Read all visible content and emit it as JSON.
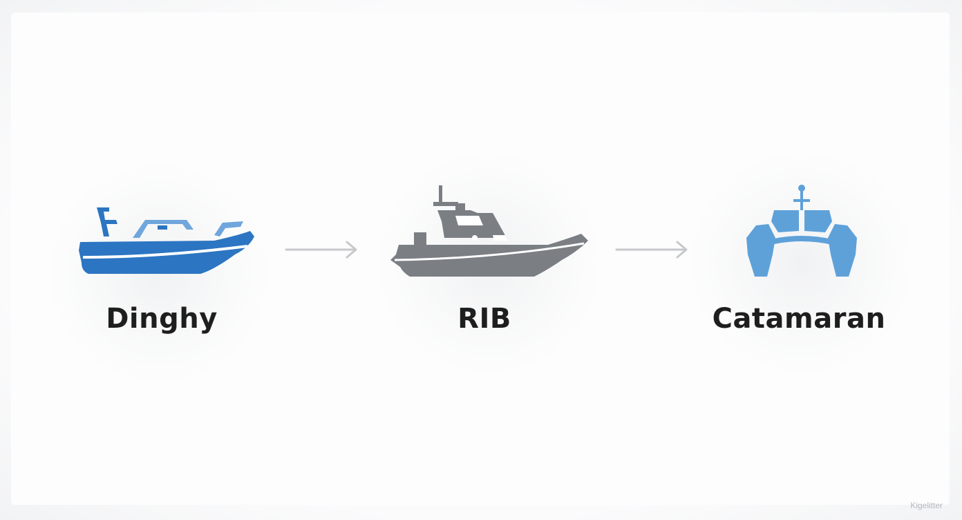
{
  "diagram": {
    "nodes": [
      {
        "id": "dinghy",
        "label": "Dinghy",
        "icon": "dinghy-boat-icon",
        "color": "#2c75c2",
        "accent": "#6fa6dc"
      },
      {
        "id": "rib",
        "label": "RIB",
        "icon": "rib-boat-icon",
        "color": "#7b7f84",
        "accent": "#ffffff"
      },
      {
        "id": "catamaran",
        "label": "Catamaran",
        "icon": "catamaran-icon",
        "color": "#5ea1d9",
        "accent": "#ffffff"
      }
    ],
    "edges": [
      {
        "from": "dinghy",
        "to": "rib",
        "color": "#c6c8cb"
      },
      {
        "from": "rib",
        "to": "catamaran",
        "color": "#c6c8cb"
      }
    ]
  },
  "watermark": "Kigelitter"
}
